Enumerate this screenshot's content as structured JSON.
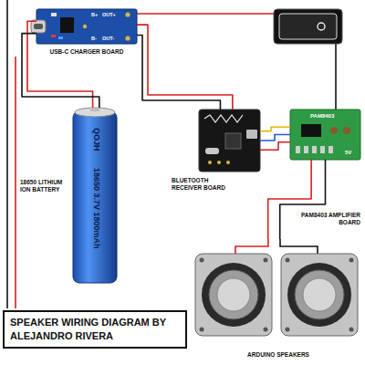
{
  "diagram": {
    "title": "SPEAKER WIRING DIAGRAM BY ALEJANDRO RIVERA",
    "nodes": [
      {
        "text": [
          "USB-C CHARGER BOARD",
          "B+",
          "OUT+",
          "B-",
          "OUT-"
        ]
      },
      {
        "text": [
          "18650 LITHIUM ION BATTERY",
          "QOJH",
          "18650 3.7V 1800mAh"
        ]
      },
      {
        "text": [
          "BLUETOOTH RECEIVER BOARD"
        ]
      },
      {
        "text": [
          "PAM8403 AMPLIFIER BOARD",
          "PAM8403",
          "5V"
        ]
      },
      {
        "text": [
          "ARDUINO SPEAKERS"
        ]
      }
    ],
    "edges": [
      {
        "from": 0,
        "to": 1,
        "arrow": "none"
      },
      {
        "from": 0,
        "to": 2,
        "arrow": "none"
      },
      {
        "from": 2,
        "to": 3,
        "arrow": "none"
      },
      {
        "from": 3,
        "to": 4,
        "arrow": "none"
      }
    ]
  }
}
